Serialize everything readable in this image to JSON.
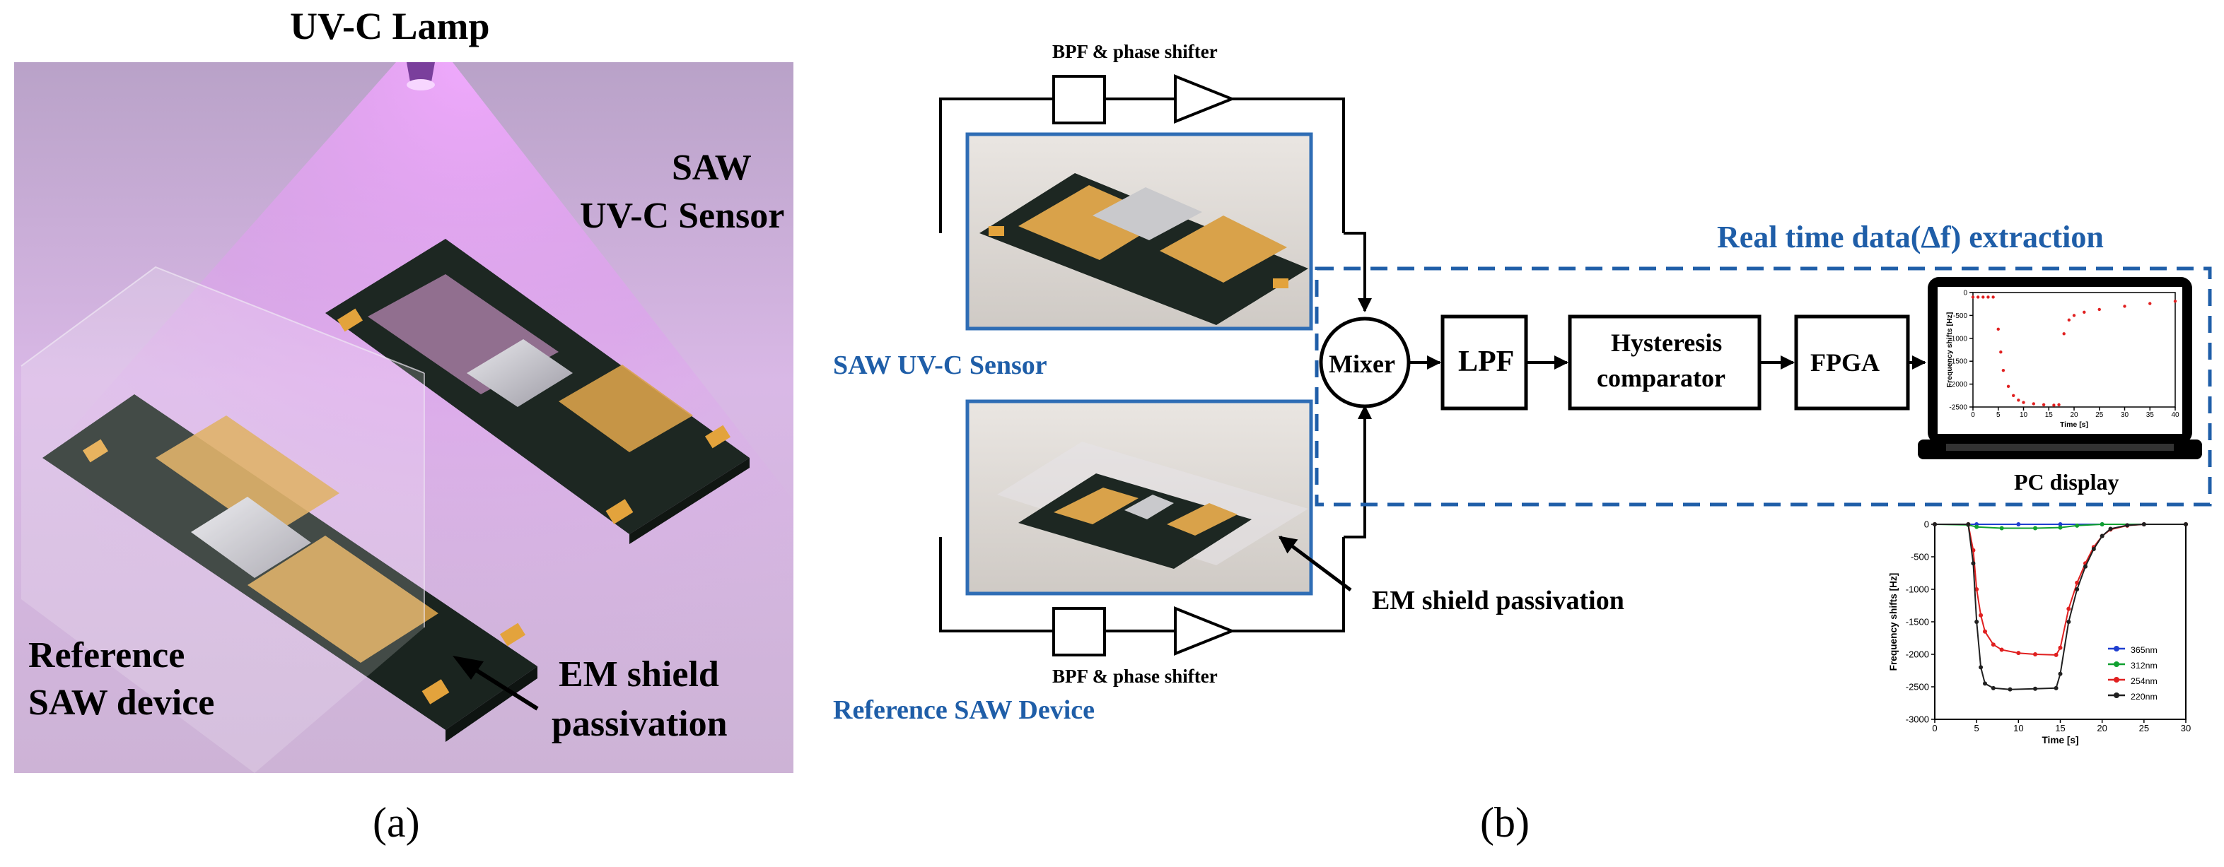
{
  "panel_a": {
    "lamp_label": "UV-C Lamp",
    "sensor_label_line1": "SAW",
    "sensor_label_line2": "UV-C Sensor",
    "reference_label_line1": "Reference",
    "reference_label_line2": "SAW device",
    "shield_label_line1": "EM shield",
    "shield_label_line2": "passivation",
    "caption": "(a)"
  },
  "panel_b": {
    "bpf_top": "BPF & phase shifter",
    "bpf_bottom": "BPF & phase shifter",
    "sensor_caption": "SAW UV-C Sensor",
    "reference_caption": "Reference SAW Device",
    "shield_label": "EM shield passivation",
    "extraction_title": "Real time data(Δf) extraction",
    "blocks": {
      "mixer": "Mixer",
      "lpf": "LPF",
      "hysteresis_line1": "Hysteresis",
      "hysteresis_line2": "comparator",
      "fpga": "FPGA"
    },
    "pc_label": "PC display",
    "caption": "(b)"
  },
  "colors": {
    "accent_blue": "#1f5ea8",
    "uv_purple": "#c77be0",
    "pcb_green": "#1e2a22",
    "electrode_gold": "#e3a33c"
  },
  "chart_data": [
    {
      "type": "line",
      "title": "",
      "xlabel": "Time [s]",
      "ylabel": "Frequency shifts [Hz]",
      "xlim": [
        0,
        40
      ],
      "ylim": [
        -2500,
        0
      ],
      "x_ticks": [
        "0",
        "5",
        "10",
        "15",
        "20",
        "25",
        "30",
        "35",
        "40"
      ],
      "y_ticks": [
        "0",
        "-500",
        "-1000",
        "-1500",
        "-2000",
        "-2500"
      ],
      "series": [
        {
          "color": "#e02020",
          "points": [
            [
              0,
              -100
            ],
            [
              1,
              -100
            ],
            [
              2,
              -100
            ],
            [
              3,
              -100
            ],
            [
              4,
              -100
            ],
            [
              5,
              -800
            ],
            [
              5.5,
              -1300
            ],
            [
              6,
              -1700
            ],
            [
              7,
              -2050
            ],
            [
              8,
              -2250
            ],
            [
              9,
              -2350
            ],
            [
              10,
              -2400
            ],
            [
              12,
              -2430
            ],
            [
              14,
              -2450
            ],
            [
              16,
              -2460
            ],
            [
              17,
              -2450
            ],
            [
              18,
              -900
            ],
            [
              19,
              -600
            ],
            [
              20,
              -500
            ],
            [
              22,
              -430
            ],
            [
              25,
              -370
            ],
            [
              30,
              -300
            ],
            [
              35,
              -240
            ],
            [
              40,
              -190
            ]
          ]
        }
      ]
    },
    {
      "type": "line",
      "title": "",
      "xlabel": "Time [s]",
      "ylabel": "Frequency shifts [Hz]",
      "xlim": [
        0,
        30
      ],
      "ylim": [
        -3000,
        0
      ],
      "x_ticks": [
        "0",
        "5",
        "10",
        "15",
        "20",
        "25",
        "30"
      ],
      "y_ticks": [
        "0",
        "-500",
        "-1000",
        "-1500",
        "-2000",
        "-2500",
        "-3000"
      ],
      "legend_position": "bottom-right",
      "series": [
        {
          "name": "365nm",
          "color": "#1f3fd0",
          "points": [
            [
              0,
              0
            ],
            [
              5,
              0
            ],
            [
              10,
              0
            ],
            [
              15,
              0
            ],
            [
              20,
              0
            ],
            [
              25,
              0
            ],
            [
              30,
              0
            ]
          ]
        },
        {
          "name": "312nm",
          "color": "#10a030",
          "points": [
            [
              0,
              0
            ],
            [
              4,
              -10
            ],
            [
              5,
              -40
            ],
            [
              8,
              -60
            ],
            [
              12,
              -60
            ],
            [
              15,
              -50
            ],
            [
              17,
              -20
            ],
            [
              20,
              0
            ],
            [
              30,
              0
            ]
          ]
        },
        {
          "name": "254nm",
          "color": "#e02020",
          "points": [
            [
              0,
              0
            ],
            [
              4,
              0
            ],
            [
              4.6,
              -400
            ],
            [
              5,
              -1000
            ],
            [
              5.5,
              -1400
            ],
            [
              6,
              -1650
            ],
            [
              7,
              -1850
            ],
            [
              8,
              -1930
            ],
            [
              10,
              -1980
            ],
            [
              12,
              -2000
            ],
            [
              14.5,
              -2010
            ],
            [
              15,
              -1900
            ],
            [
              16,
              -1300
            ],
            [
              17,
              -900
            ],
            [
              18,
              -600
            ],
            [
              19,
              -350
            ],
            [
              20,
              -180
            ],
            [
              21,
              -80
            ],
            [
              23,
              -20
            ],
            [
              25,
              0
            ],
            [
              30,
              0
            ]
          ]
        },
        {
          "name": "220nm",
          "color": "#202020",
          "points": [
            [
              0,
              0
            ],
            [
              4,
              0
            ],
            [
              4.6,
              -600
            ],
            [
              5,
              -1500
            ],
            [
              5.5,
              -2200
            ],
            [
              6,
              -2450
            ],
            [
              7,
              -2520
            ],
            [
              9,
              -2540
            ],
            [
              12,
              -2530
            ],
            [
              14.5,
              -2520
            ],
            [
              15,
              -2300
            ],
            [
              16,
              -1500
            ],
            [
              17,
              -1000
            ],
            [
              18,
              -650
            ],
            [
              19,
              -380
            ],
            [
              20,
              -180
            ],
            [
              21,
              -70
            ],
            [
              23,
              -15
            ],
            [
              25,
              0
            ],
            [
              30,
              0
            ]
          ]
        }
      ]
    }
  ]
}
